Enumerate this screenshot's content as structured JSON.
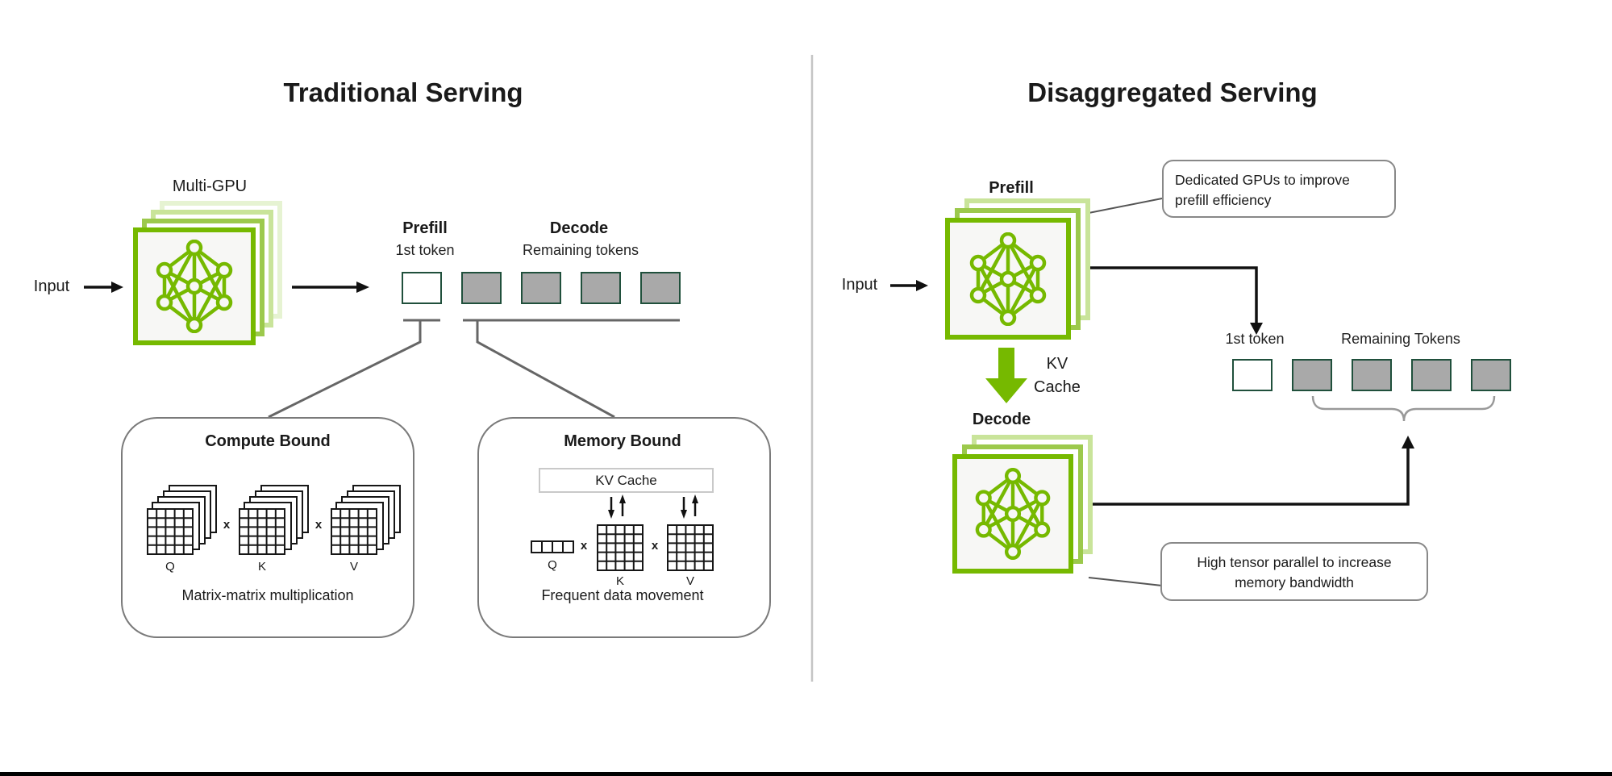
{
  "colors": {
    "nvidia_green": "#76B900",
    "card_fill": "#F7F7F5",
    "stack_border_2": "#9CC94C",
    "stack_border_3": "#C9E49A",
    "stack_border_4": "#E6F3D2",
    "token_border": "#20503C",
    "token_gray": "#A9A9A9",
    "connector_gray": "#666666",
    "box_border": "#7A7A7A",
    "divider": "#C4C4C4"
  },
  "left": {
    "title": "Traditional Serving",
    "multi_gpu_label": "Multi-GPU",
    "input_label": "Input",
    "prefill_label": "Prefill",
    "prefill_sublabel": "1st token",
    "decode_label": "Decode",
    "decode_sublabel": "Remaining tokens",
    "compute_bound": {
      "title": "Compute Bound",
      "operator": "x",
      "matrix_labels": {
        "q": "Q",
        "k": "K",
        "v": "V"
      },
      "caption": "Matrix-matrix multiplication"
    },
    "memory_bound": {
      "title": "Memory Bound",
      "kv_cache_label": "KV Cache",
      "operator": "x",
      "matrix_labels": {
        "q": "Q",
        "k": "K",
        "v": "V"
      },
      "caption": "Frequent data movement"
    }
  },
  "right": {
    "title": "Disaggregated Serving",
    "prefill_label": "Prefill",
    "input_label": "Input",
    "prefill_callout": "Dedicated GPUs to improve prefill efficiency",
    "first_token_label": "1st token",
    "remaining_tokens_label": "Remaining Tokens",
    "kv_cache_label_line1": "KV",
    "kv_cache_label_line2": "Cache",
    "decode_label": "Decode",
    "decode_callout": "High tensor parallel to increase memory bandwidth"
  },
  "tokens": {
    "prefill_count": 1,
    "decode_count": 4
  }
}
